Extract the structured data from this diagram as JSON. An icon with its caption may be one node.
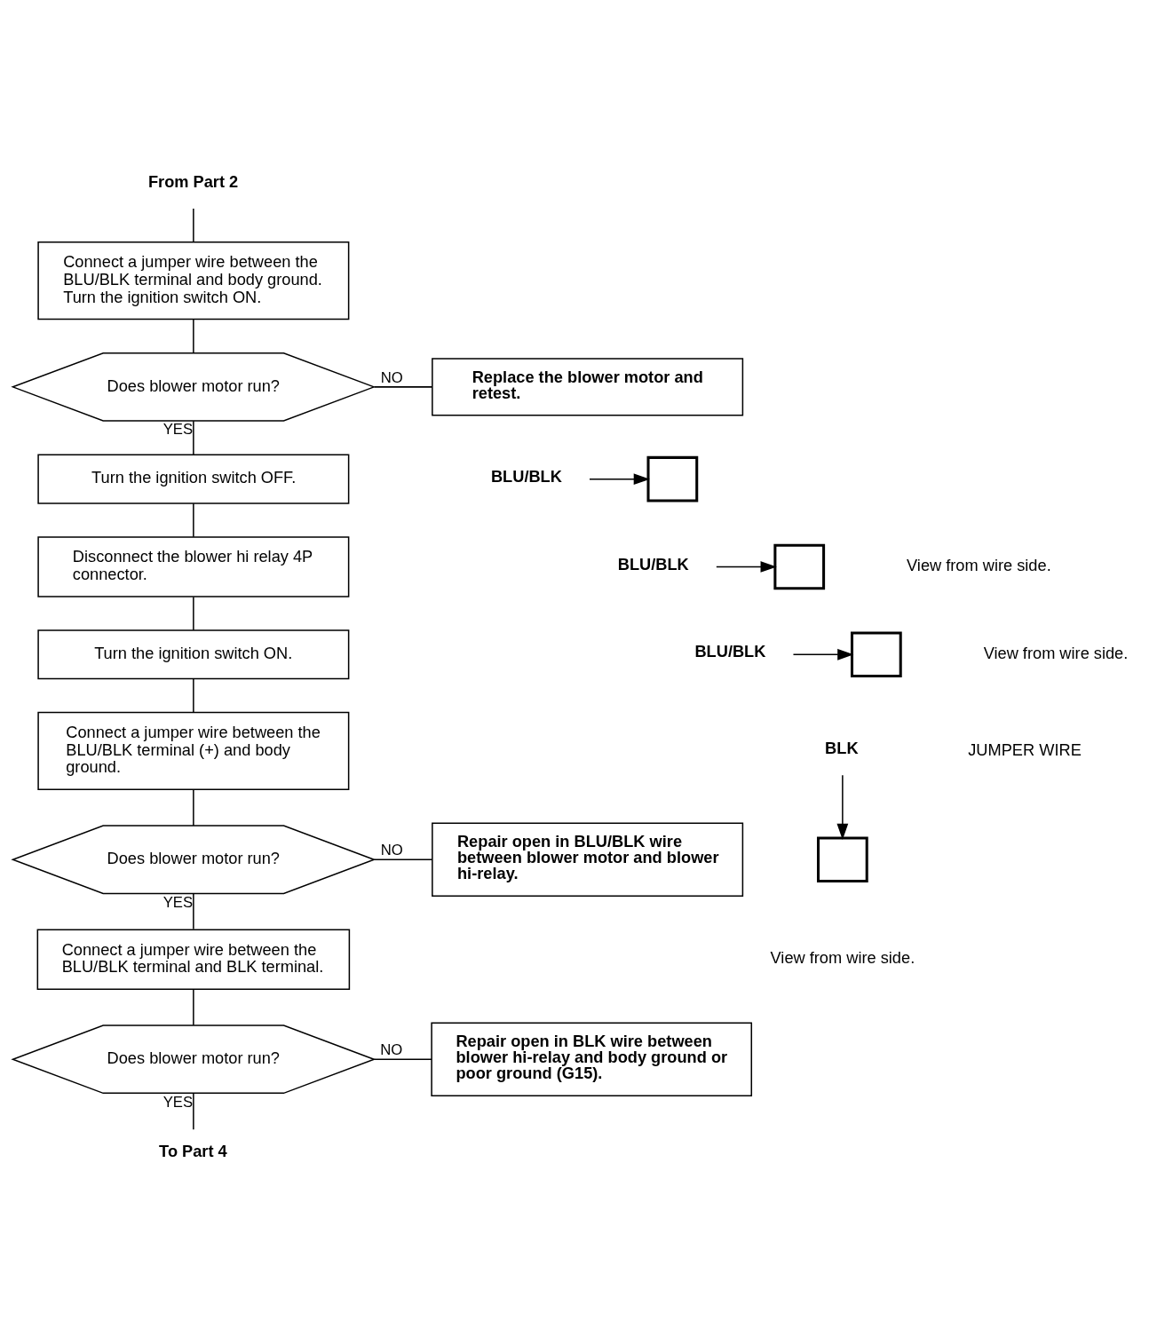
{
  "diagram": {
    "nodes": [
      {
        "text": [
          "From Part 2"
        ]
      },
      {
        "text": [
          "Connect a jumper wire between the BLU/BLK terminal and body ground. Turn the ignition switch ON."
        ]
      },
      {
        "text": [
          "Does blower motor run?"
        ]
      },
      {
        "text": [
          "Replace the blower motor and retest."
        ]
      },
      {
        "text": [
          "Turn the ignition switch OFF."
        ]
      },
      {
        "text": [
          "Disconnect the blower hi relay 4P connector."
        ]
      },
      {
        "text": [
          "Turn the ignition switch ON."
        ]
      },
      {
        "text": [
          "Connect a jumper wire between the BLU/BLK terminal (+) and body ground."
        ]
      },
      {
        "text": [
          "Does blower motor run?"
        ]
      },
      {
        "text": [
          "Repair open in BLU/BLK wire between blower motor and blower hi-relay."
        ]
      },
      {
        "text": [
          "Connect a jumper wire between the BLU/BLK terminal and BLK terminal."
        ]
      },
      {
        "text": [
          "Does blower motor run?"
        ]
      },
      {
        "text": [
          "Repair open in BLK wire between blower hi-relay and body ground or poor ground (G15)."
        ]
      },
      {
        "text": [
          "To Part 4"
        ]
      },
      {
        "text": [
          "BLU/BLK"
        ]
      },
      {
        "text": [],
        "shape": "box"
      },
      {
        "text": [
          "BLU/BLK"
        ]
      },
      {
        "text": [],
        "shape": "box"
      },
      {
        "text": [
          "BLU/BLK"
        ]
      },
      {
        "text": [],
        "shape": "box"
      },
      {
        "text": [
          "BLK"
        ]
      },
      {
        "text": [],
        "shape": "box"
      }
    ],
    "edges": [
      {
        "from": 0,
        "to": 1,
        "arrow": "none"
      },
      {
        "from": 1,
        "to": 2,
        "arrow": "none"
      },
      {
        "from": 2,
        "to": 3,
        "label": "NO",
        "arrow": "none"
      },
      {
        "from": 2,
        "to": 4,
        "label": "YES",
        "arrow": "none"
      },
      {
        "from": 4,
        "to": 5,
        "arrow": "none"
      },
      {
        "from": 5,
        "to": 6,
        "arrow": "none"
      },
      {
        "from": 6,
        "to": 7,
        "arrow": "none"
      },
      {
        "from": 7,
        "to": 8,
        "arrow": "none"
      },
      {
        "from": 8,
        "to": 9,
        "label": "NO",
        "arrow": "none"
      },
      {
        "from": 8,
        "to": 10,
        "label": "YES",
        "arrow": "none"
      },
      {
        "from": 10,
        "to": 11,
        "arrow": "none"
      },
      {
        "from": 11,
        "to": 12,
        "label": "NO",
        "arrow": "none"
      },
      {
        "from": 11,
        "to": 13,
        "label": "YES",
        "arrow": "none"
      },
      {
        "from": 14,
        "to": 15,
        "arrow": "to"
      },
      {
        "from": 16,
        "to": 17,
        "arrow": "to"
      },
      {
        "from": 18,
        "to": 19,
        "arrow": "to"
      },
      {
        "from": 20,
        "to": 21,
        "arrow": "to"
      }
    ],
    "labels": [
      "View from wire side.",
      "View from wire side.",
      "JUMPER WIRE",
      "View from wire side."
    ]
  }
}
